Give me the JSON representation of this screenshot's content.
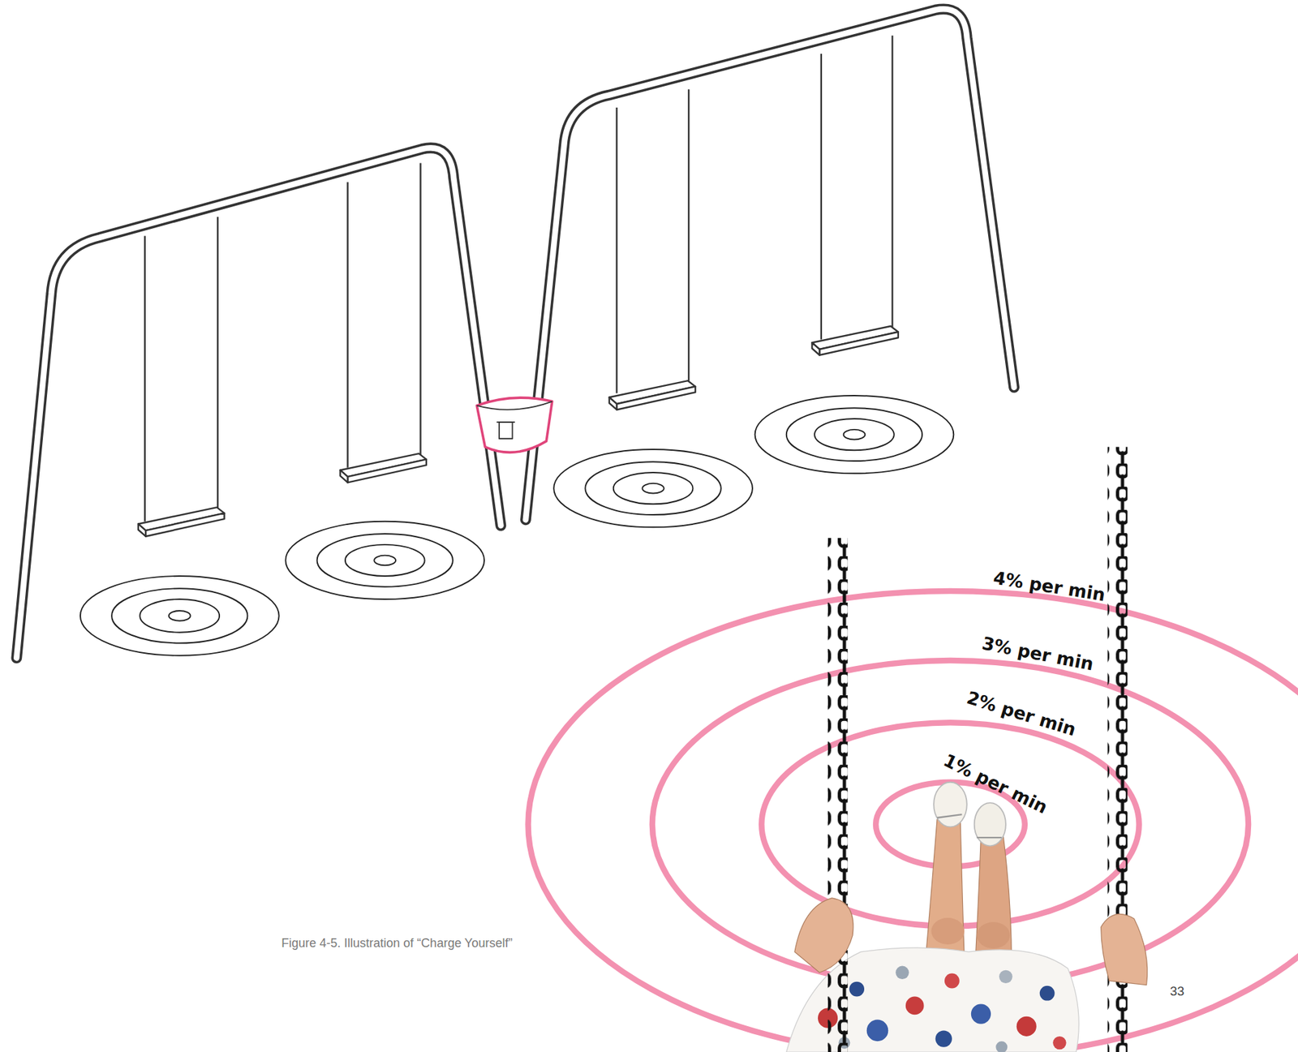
{
  "diagram": {
    "caption": "Figure 4-5. Illustration of “Charge Yourself”",
    "labels": [
      "4% per min",
      "3% per min",
      "2% per min",
      "1% per min",
      "33"
    ]
  }
}
